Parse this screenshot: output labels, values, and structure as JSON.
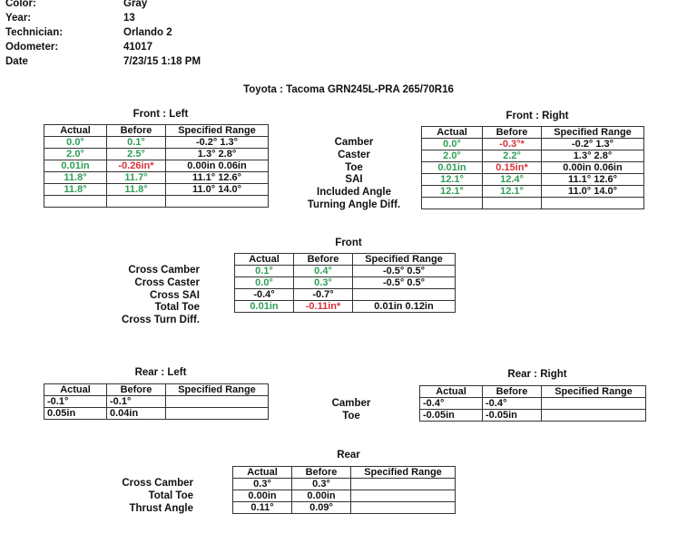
{
  "header": {
    "rows": [
      {
        "label": "Color:",
        "value": "Gray"
      },
      {
        "label": "Year:",
        "value": "13"
      },
      {
        "label": "Technician:",
        "value": "Orlando 2"
      },
      {
        "label": "Odometer:",
        "value": "41017"
      },
      {
        "label": "Date",
        "value": "7/23/15 1:18 PM"
      }
    ]
  },
  "vehicle": "Toyota : Tacoma GRN245L-PRA 265/70R16",
  "columns": {
    "actual": "Actual",
    "before": "Before",
    "spec": "Specified Range"
  },
  "front_left": {
    "title": "Front : Left",
    "rows": [
      {
        "actual": "0.0°",
        "actual_c": "g",
        "before": "0.1°",
        "before_c": "g",
        "spec": "-0.2° 1.3°"
      },
      {
        "actual": "2.0°",
        "actual_c": "g",
        "before": "2.5°",
        "before_c": "g",
        "spec": "1.3° 2.8°"
      },
      {
        "actual": "0.01in",
        "actual_c": "g",
        "before": "-0.26in*",
        "before_c": "r",
        "spec": "0.00in 0.06in"
      },
      {
        "actual": "11.8°",
        "actual_c": "g",
        "before": "11.7°",
        "before_c": "g",
        "spec": "11.1° 12.6°"
      },
      {
        "actual": "11.8°",
        "actual_c": "g",
        "before": "11.8°",
        "before_c": "g",
        "spec": "11.0° 14.0°"
      },
      {
        "actual": "",
        "actual_c": "k",
        "before": "",
        "before_c": "k",
        "spec": ""
      }
    ]
  },
  "front_right": {
    "title": "Front : Right",
    "rows": [
      {
        "actual": "0.0°",
        "actual_c": "g",
        "before": "-0.3°*",
        "before_c": "r",
        "spec": "-0.2° 1.3°"
      },
      {
        "actual": "2.0°",
        "actual_c": "g",
        "before": "2.2°",
        "before_c": "g",
        "spec": "1.3° 2.8°"
      },
      {
        "actual": "0.01in",
        "actual_c": "g",
        "before": "0.15in*",
        "before_c": "r",
        "spec": "0.00in 0.06in"
      },
      {
        "actual": "12.1°",
        "actual_c": "g",
        "before": "12.4°",
        "before_c": "g",
        "spec": "11.1° 12.6°"
      },
      {
        "actual": "12.1°",
        "actual_c": "g",
        "before": "12.1°",
        "before_c": "g",
        "spec": "11.0° 14.0°"
      },
      {
        "actual": "",
        "actual_c": "k",
        "before": "",
        "before_c": "k",
        "spec": ""
      }
    ]
  },
  "front_labels": [
    "Camber",
    "Caster",
    "Toe",
    "SAI",
    "Included Angle",
    "Turning Angle Diff."
  ],
  "front_cross": {
    "title": "Front",
    "labels": [
      "Cross Camber",
      "Cross Caster",
      "Cross SAI",
      "Total Toe",
      "Cross Turn Diff."
    ],
    "rows": [
      {
        "actual": "0.1°",
        "actual_c": "g",
        "before": "0.4°",
        "before_c": "g",
        "spec": "-0.5° 0.5°"
      },
      {
        "actual": "0.0°",
        "actual_c": "g",
        "before": "0.3°",
        "before_c": "g",
        "spec": "-0.5° 0.5°"
      },
      {
        "actual": "-0.4°",
        "actual_c": "k",
        "before": "-0.7°",
        "before_c": "k",
        "spec": ""
      },
      {
        "actual": "0.01in",
        "actual_c": "g",
        "before": "-0.11in*",
        "before_c": "r",
        "spec": "0.01in 0.12in"
      }
    ]
  },
  "rear_left": {
    "title": "Rear : Left",
    "rows": [
      {
        "actual": "-0.1°",
        "actual_c": "k",
        "before": "-0.1°",
        "before_c": "k",
        "spec": ""
      },
      {
        "actual": "0.05in",
        "actual_c": "k",
        "before": "0.04in",
        "before_c": "k",
        "spec": ""
      }
    ]
  },
  "rear_right": {
    "title": "Rear : Right",
    "rows": [
      {
        "actual": "-0.4°",
        "actual_c": "k",
        "before": "-0.4°",
        "before_c": "k",
        "spec": ""
      },
      {
        "actual": "-0.05in",
        "actual_c": "k",
        "before": "-0.05in",
        "before_c": "k",
        "spec": ""
      }
    ]
  },
  "rear_labels": [
    "Camber",
    "Toe"
  ],
  "rear_cross": {
    "title": "Rear",
    "labels": [
      "Cross Camber",
      "Total Toe",
      "Thrust Angle"
    ],
    "rows": [
      {
        "actual": "0.3°",
        "actual_c": "k",
        "before": "0.3°",
        "before_c": "k",
        "spec": ""
      },
      {
        "actual": "0.00in",
        "actual_c": "k",
        "before": "0.00in",
        "before_c": "k",
        "spec": ""
      },
      {
        "actual": "0.11°",
        "actual_c": "k",
        "before": "0.09°",
        "before_c": "k",
        "spec": ""
      }
    ]
  },
  "colors": {
    "in_spec": "#2e9e55",
    "out_of_spec": "#d8323c",
    "text": "#111111"
  }
}
